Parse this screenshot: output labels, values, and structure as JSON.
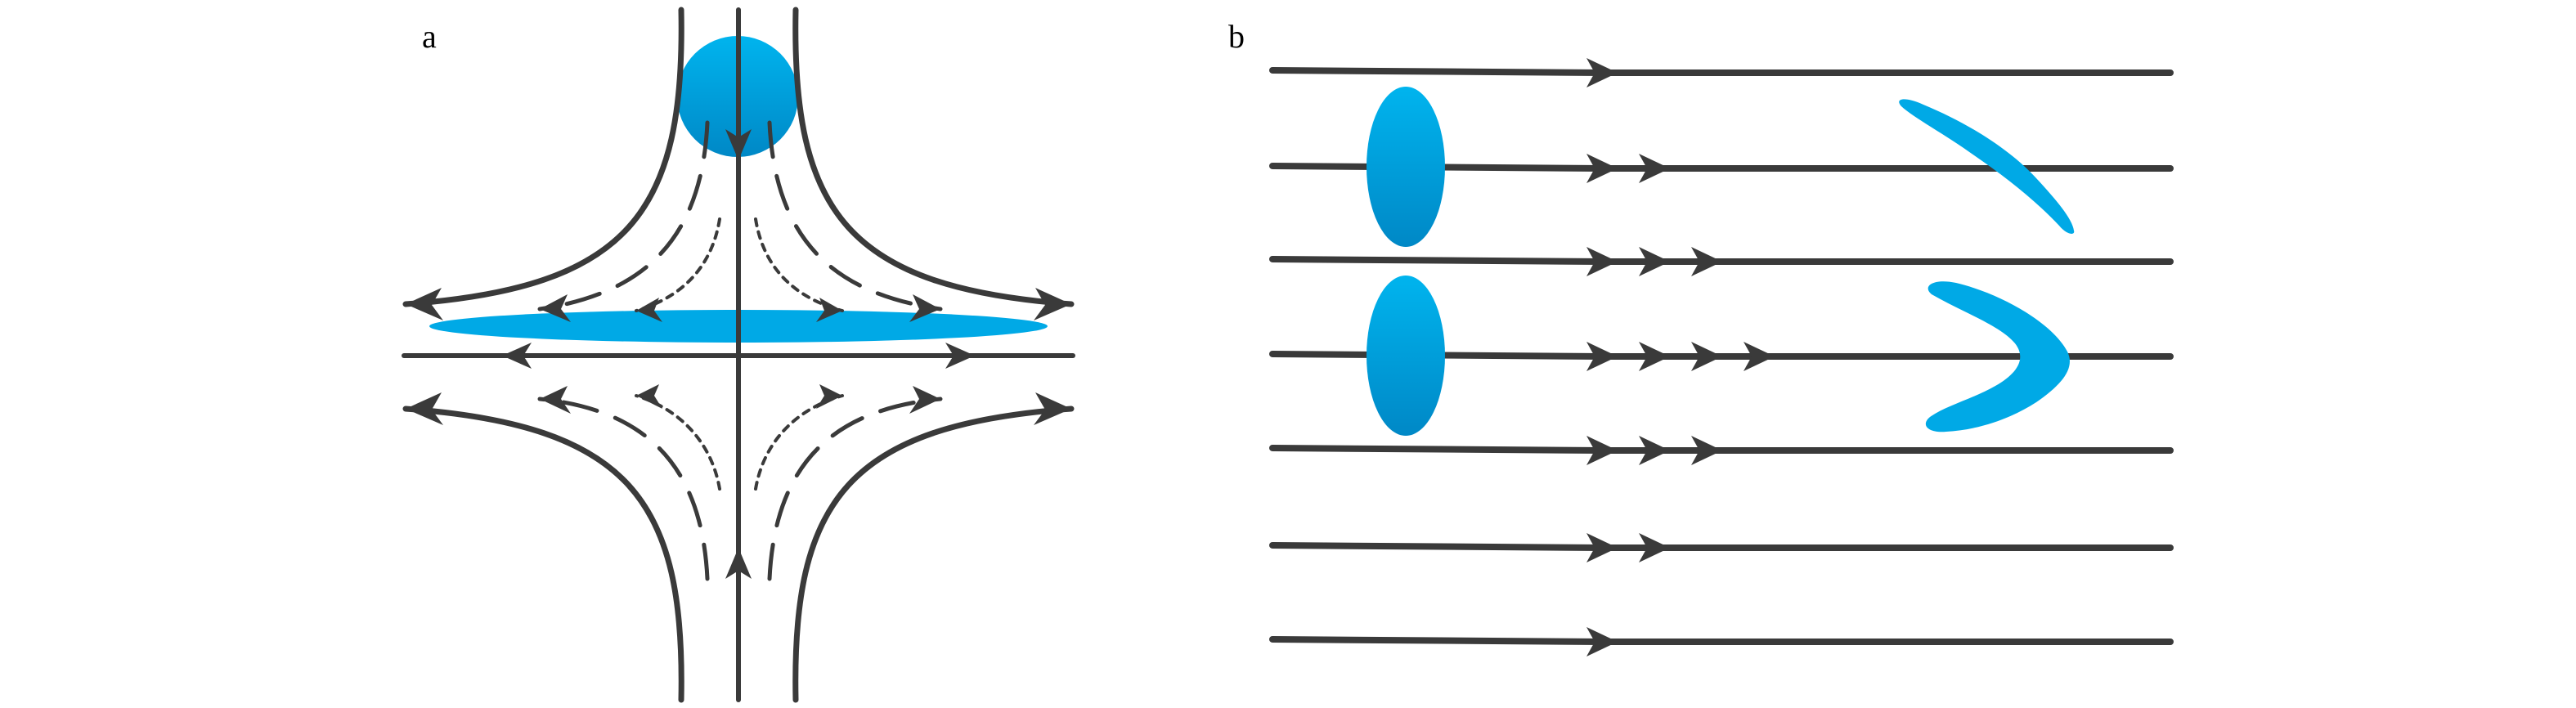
{
  "panels": [
    {
      "id": "a",
      "label": "a",
      "flow": "extensional"
    },
    {
      "id": "b",
      "label": "b",
      "flow": "shear"
    }
  ],
  "colors": {
    "line": "#3a3a3a",
    "droplet": "#00a9e6",
    "droplet_dark": "#008cc8",
    "background": "#ffffff"
  }
}
